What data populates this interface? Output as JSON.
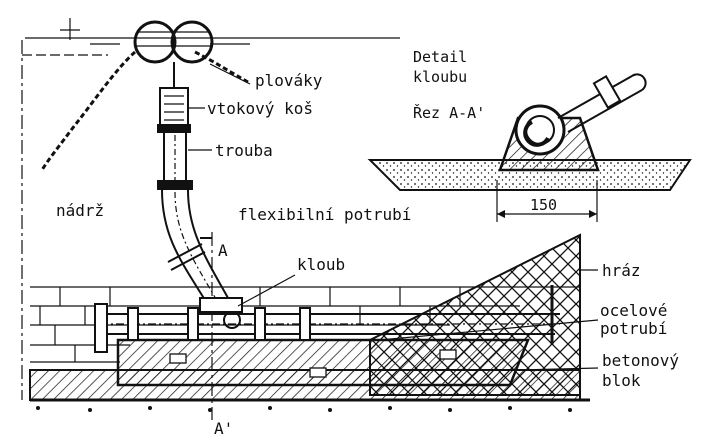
{
  "labels": {
    "floats": "plováky",
    "intake_strainer": "vtokový koš",
    "pipe": "trouba",
    "reservoir": "nádrž",
    "flexible_pipe": "flexibilní potrubí",
    "joint": "kloub",
    "dam": "hráz",
    "steel_pipe_line1": "ocelové",
    "steel_pipe_line2": "potrubí",
    "concrete_block_line1": "betonový",
    "concrete_block_line2": "blok",
    "section_top": "A",
    "section_bottom": "A'"
  },
  "detail": {
    "title_line1": "Detail",
    "title_line2": "kloubu",
    "section_title": "Řez A-A'",
    "dimension": "150"
  },
  "colors": {
    "ink": "#111111",
    "paper": "#ffffff"
  }
}
